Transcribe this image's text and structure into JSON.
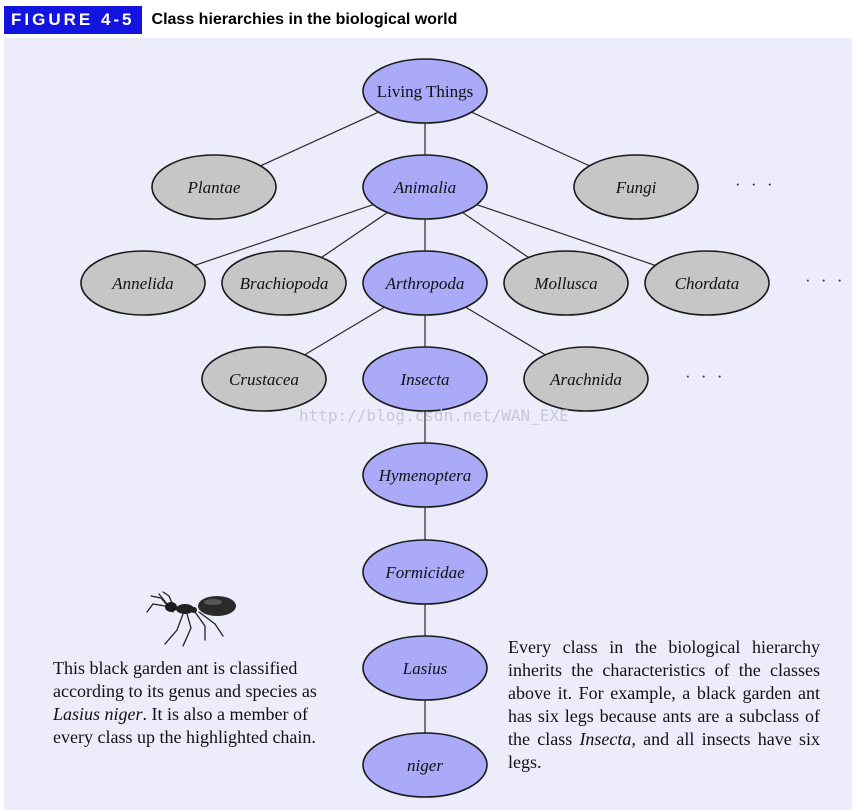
{
  "figure": {
    "tag": "FIGURE 4-5",
    "title": "Class hierarchies in the biological world"
  },
  "colors": {
    "highlight_fill": "#aaaaf8",
    "plain_fill": "#c6c6c6",
    "background": "#ececfa",
    "tag_blue": "#1414e0"
  },
  "tree": {
    "nodes": [
      {
        "id": "living-things",
        "label": "Living Things",
        "highlight": true,
        "root": true
      },
      {
        "id": "plantae",
        "label": "Plantae",
        "highlight": false
      },
      {
        "id": "animalia",
        "label": "Animalia",
        "highlight": true
      },
      {
        "id": "fungi",
        "label": "Fungi",
        "highlight": false
      },
      {
        "id": "annelida",
        "label": "Annelida",
        "highlight": false
      },
      {
        "id": "brachiopoda",
        "label": "Brachiopoda",
        "highlight": false
      },
      {
        "id": "arthropoda",
        "label": "Arthropoda",
        "highlight": true
      },
      {
        "id": "mollusca",
        "label": "Mollusca",
        "highlight": false
      },
      {
        "id": "chordata",
        "label": "Chordata",
        "highlight": false
      },
      {
        "id": "crustacea",
        "label": "Crustacea",
        "highlight": false
      },
      {
        "id": "insecta",
        "label": "Insecta",
        "highlight": true
      },
      {
        "id": "arachnida",
        "label": "Arachnida",
        "highlight": false
      },
      {
        "id": "hymenoptera",
        "label": "Hymenoptera",
        "highlight": true
      },
      {
        "id": "formicidae",
        "label": "Formicidae",
        "highlight": true
      },
      {
        "id": "lasius",
        "label": "Lasius",
        "highlight": true
      },
      {
        "id": "niger",
        "label": "niger",
        "highlight": true
      }
    ],
    "edges": [
      [
        "living-things",
        "plantae"
      ],
      [
        "living-things",
        "animalia"
      ],
      [
        "living-things",
        "fungi"
      ],
      [
        "animalia",
        "annelida"
      ],
      [
        "animalia",
        "brachiopoda"
      ],
      [
        "animalia",
        "arthropoda"
      ],
      [
        "animalia",
        "mollusca"
      ],
      [
        "animalia",
        "chordata"
      ],
      [
        "arthropoda",
        "crustacea"
      ],
      [
        "arthropoda",
        "insecta"
      ],
      [
        "arthropoda",
        "arachnida"
      ],
      [
        "insecta",
        "hymenoptera"
      ],
      [
        "hymenoptera",
        "formicidae"
      ],
      [
        "formicidae",
        "lasius"
      ],
      [
        "lasius",
        "niger"
      ]
    ],
    "ellipses": [
      "· · ·",
      "· · ·",
      "· · ·"
    ]
  },
  "watermark": "http://blog.csdn.net/WAN_EXE",
  "captions": {
    "left_1": "This black garden ant is classified according to its genus and species as ",
    "left_italic": "Lasius niger",
    "left_2": ". It is also a member of every class up the highlighted chain.",
    "right_1": "Every class in the biological hierarchy inherits the characteristics of the classes above it.  For example, a black garden ant has six legs because ants are a subclass of the class ",
    "right_italic": "Insecta,",
    "right_2": " and all insects have six legs."
  }
}
